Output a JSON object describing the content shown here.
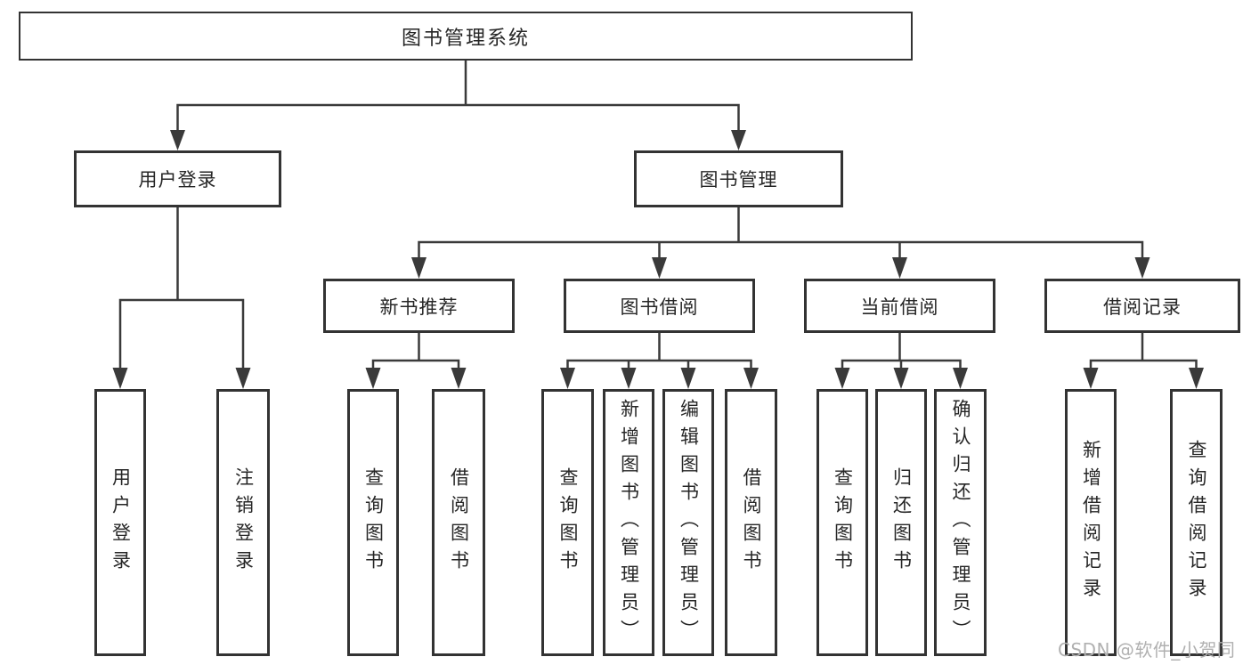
{
  "diagram": {
    "watermark": "CSDN @软件_小贺同学",
    "colors": {
      "line": "#3a3a3a",
      "border": "#333333",
      "text": "#262626",
      "watermark": "#b0b0b0",
      "background": "#ffffff"
    },
    "tree": {
      "label": "图书管理系统",
      "children": [
        {
          "label": "用户登录",
          "children": [
            {
              "label": "用户登录"
            },
            {
              "label": "注销登录"
            }
          ]
        },
        {
          "label": "图书管理",
          "children": [
            {
              "label": "新书推荐",
              "children": [
                {
                  "label": "查询图书"
                },
                {
                  "label": "借阅图书"
                }
              ]
            },
            {
              "label": "图书借阅",
              "children": [
                {
                  "label": "查询图书"
                },
                {
                  "label": "新增图书（管理员）"
                },
                {
                  "label": "编辑图书（管理员）"
                },
                {
                  "label": "借阅图书"
                }
              ]
            },
            {
              "label": "当前借阅",
              "children": [
                {
                  "label": "查询图书"
                },
                {
                  "label": "归还图书"
                },
                {
                  "label": "确认归还（管理员）"
                }
              ]
            },
            {
              "label": "借阅记录",
              "children": [
                {
                  "label": "新增借阅记录"
                },
                {
                  "label": "查询借阅记录"
                }
              ]
            }
          ]
        }
      ]
    }
  }
}
